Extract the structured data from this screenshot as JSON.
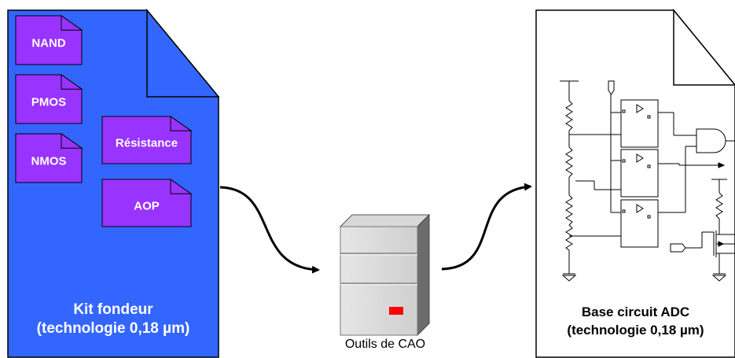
{
  "foundry_kit": {
    "title": "Kit fondeur",
    "subtitle": "(technologie 0,18 µm)",
    "components": [
      "NAND",
      "PMOS",
      "NMOS",
      "Résistance",
      "AOP"
    ],
    "color": "#3366ff",
    "component_color": "#9933ff"
  },
  "tool": {
    "label": "Outils de CAO",
    "indicator_color": "#ff0000"
  },
  "adc_base": {
    "title": "Base circuit ADC",
    "subtitle": "(technologie 0,18 µm)"
  }
}
